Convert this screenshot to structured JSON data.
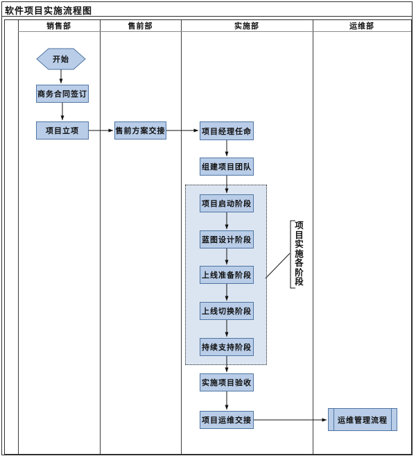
{
  "title": "软件项目实施流程图",
  "lanes": {
    "sales": "销售部",
    "presales": "售前部",
    "implementation": "实施部",
    "operations": "运维部"
  },
  "nodes": {
    "start": "开始",
    "contract_signing": "商务合同签订",
    "project_initiation": "项目立项",
    "presales_handover": "售前方案交接",
    "pm_appointment": "项目经理任命",
    "team_building": "组建项目团队",
    "phase_kickoff": "项目启动阶段",
    "phase_blueprint": "蓝图设计阶段",
    "phase_golive_prep": "上线准备阶段",
    "phase_golive_switch": "上线切换阶段",
    "phase_support": "持续支持阶段",
    "project_acceptance": "实施项目验收",
    "ops_handover": "项目运维交接",
    "ops_management_process": "运维管理流程"
  },
  "annotation": {
    "phases_bracket_label": "项目实施各阶段"
  },
  "colors": {
    "node_fill": "#b9cde8",
    "node_border": "#4e74a2",
    "phase_group_fill": "#dbe5f1",
    "lane_line": "#3a3a3a",
    "header_divider": "#8a8a8a",
    "connector": "#111111"
  }
}
